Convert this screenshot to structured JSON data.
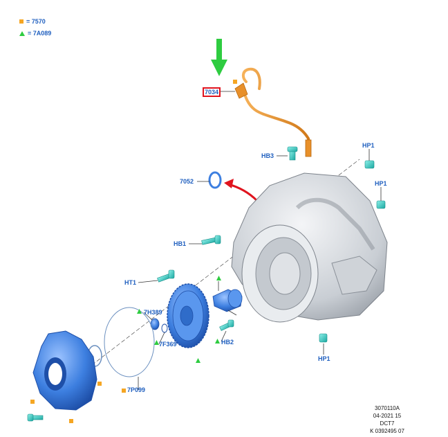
{
  "legend": [
    {
      "marker": "square",
      "color": "#f5a623",
      "text": "= 7570"
    },
    {
      "marker": "triangle",
      "color": "#2ecc40",
      "text": "= 7A089"
    }
  ],
  "callouts": {
    "c7034": "7034",
    "hb3": "HB3",
    "hp1_a": "HP1",
    "hp1_b": "HP1",
    "c7052": "7052",
    "hb1": "HB1",
    "ht1": "HT1",
    "c7h389": "7H389",
    "c7f369": "7F369",
    "hb2": "HB2",
    "hp1_c": "HP1",
    "c7p099": "7P099"
  },
  "footer": [
    "3070110A",
    "04-2021 15",
    "DCT7",
    "K 0392495 07"
  ],
  "colors": {
    "callout_text": "#1f5fbf",
    "highlight_box": "#e0141e",
    "arrow_green": "#2ecc40",
    "arrow_red": "#e0141e",
    "part_blue": "#3d7fe0",
    "part_teal": "#2fc6c0",
    "part_orange": "#e8902a",
    "housing_gray": "#d9dde2"
  }
}
